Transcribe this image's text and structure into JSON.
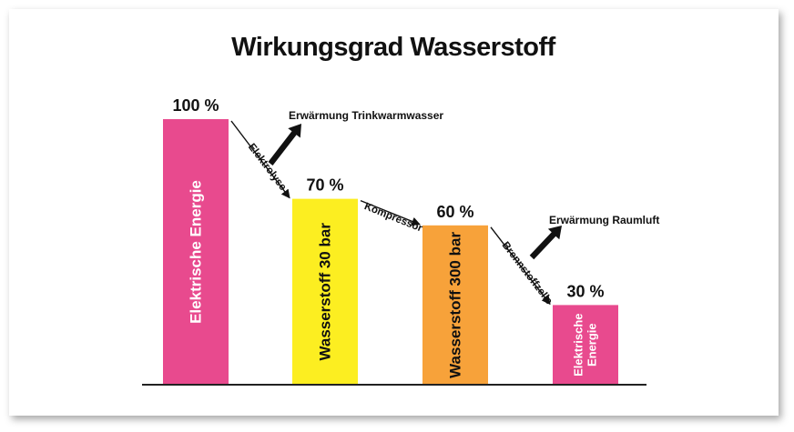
{
  "chart_data": {
    "type": "bar",
    "title": "Wirkungsgrad Wasserstoff",
    "categories": [
      "Elektrische Energie",
      "Wasserstoff 30 bar",
      "Wasserstoff 300 bar",
      "Elektrische Energie"
    ],
    "values": [
      100,
      70,
      60,
      30
    ],
    "value_labels": [
      "100 %",
      "70 %",
      "60 %",
      "30 %"
    ],
    "bar_colors": [
      "#e84a8e",
      "#fcee21",
      "#f7a23a",
      "#e84a8e"
    ],
    "bar_text_colors": [
      "#ffffff",
      "#111111",
      "#111111",
      "#ffffff"
    ],
    "ylim": [
      0,
      100
    ],
    "grid": false,
    "steps": [
      "Elektrolyse",
      "Kompressor",
      "Brennstoffzelle"
    ],
    "losses": [
      "Erwärmung Trinkwarmwasser",
      "Erwärmung Raumluft"
    ],
    "colors": {
      "axis": "#222222",
      "arrow": "#111111"
    }
  }
}
